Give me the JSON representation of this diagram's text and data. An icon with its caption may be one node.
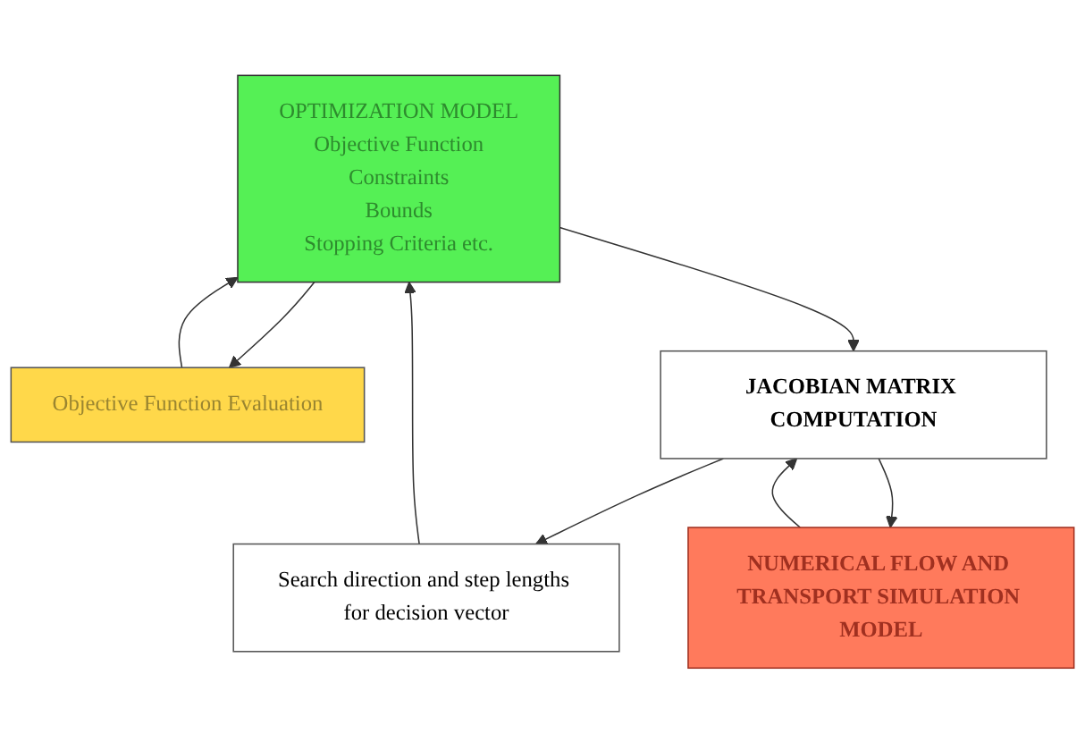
{
  "diagram": {
    "nodes": [
      {
        "text": [
          "OPTIMIZATION MODEL",
          "Objective Function",
          "Constraints",
          "Bounds",
          "Stopping Criteria etc."
        ]
      },
      {
        "text": [
          "Objective Function Evaluation"
        ]
      },
      {
        "text": [
          "Search direction and step lengths for decision vector"
        ]
      },
      {
        "text": [
          "JACOBIAN MATRIX COMPUTATION"
        ]
      },
      {
        "text": [
          "NUMERICAL FLOW AND TRANSPORT SIMULATION MODEL"
        ]
      }
    ],
    "edges": [
      {
        "from": 0,
        "to": 1,
        "arrow": "to"
      },
      {
        "from": 1,
        "to": 0,
        "arrow": "to"
      },
      {
        "from": 2,
        "to": 0,
        "arrow": "to"
      },
      {
        "from": 0,
        "to": 3,
        "arrow": "to"
      },
      {
        "from": 3,
        "to": 2,
        "arrow": "to"
      },
      {
        "from": 3,
        "to": 4,
        "arrow": "to"
      },
      {
        "from": 4,
        "to": 3,
        "arrow": "to"
      }
    ]
  }
}
